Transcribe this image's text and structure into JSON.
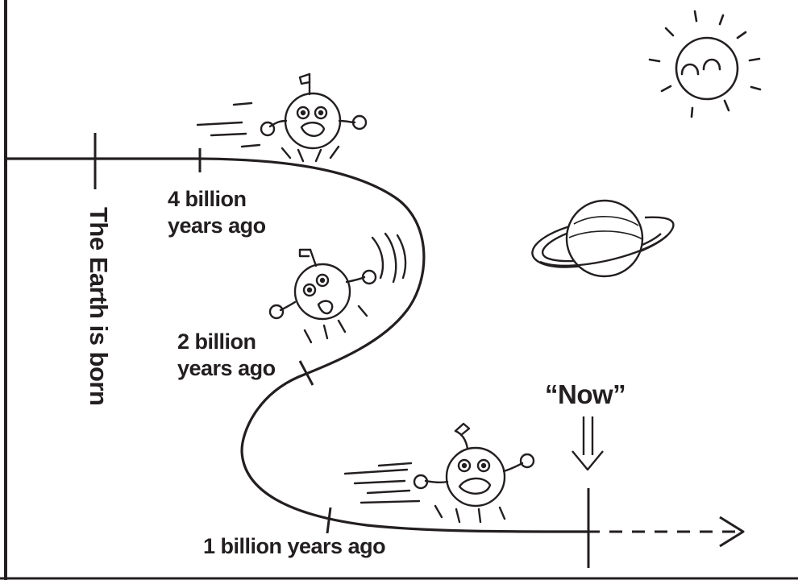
{
  "timeline": {
    "earth_born": "The Earth is born",
    "four_billion": [
      "4 billion",
      "years ago"
    ],
    "two_billion": [
      "2 billion",
      "years ago"
    ],
    "one_billion": "1 billion years ago",
    "now": "“Now”"
  },
  "illustrations": [
    "sun-icon",
    "saturn-planet-icon",
    "mascot-character-icon"
  ],
  "colors": {
    "ink": "#231f20",
    "background": "#ffffff"
  }
}
